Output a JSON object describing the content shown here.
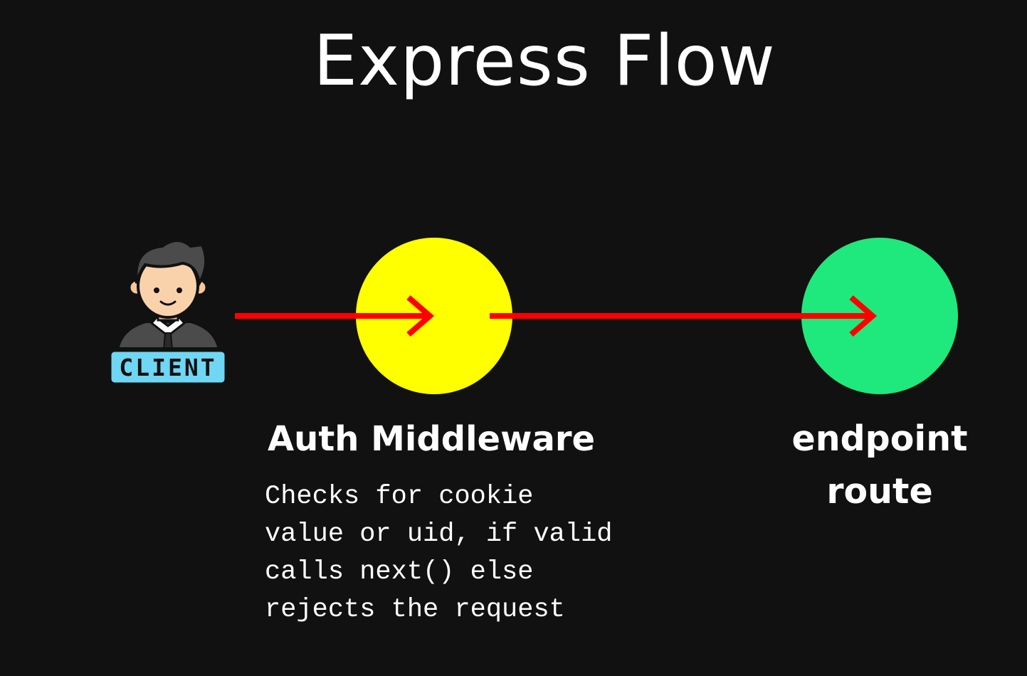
{
  "title": "Express Flow",
  "client": {
    "label": "CLIENT"
  },
  "middleware": {
    "label": "Auth Middleware",
    "description": "Checks for cookie\nvalue or uid, if valid\ncalls next() else\nrejects the request"
  },
  "endpoint": {
    "label": "endpoint\nroute"
  },
  "colors": {
    "background": "#111111",
    "middleware_node": "#ffff00",
    "endpoint_node": "#1fe87d",
    "arrow": "#ff0000",
    "text": "#ffffff",
    "client_badge": "#6fd6f4"
  },
  "icons": {
    "client": "person-avatar-icon",
    "arrow": "arrow-right-icon"
  }
}
